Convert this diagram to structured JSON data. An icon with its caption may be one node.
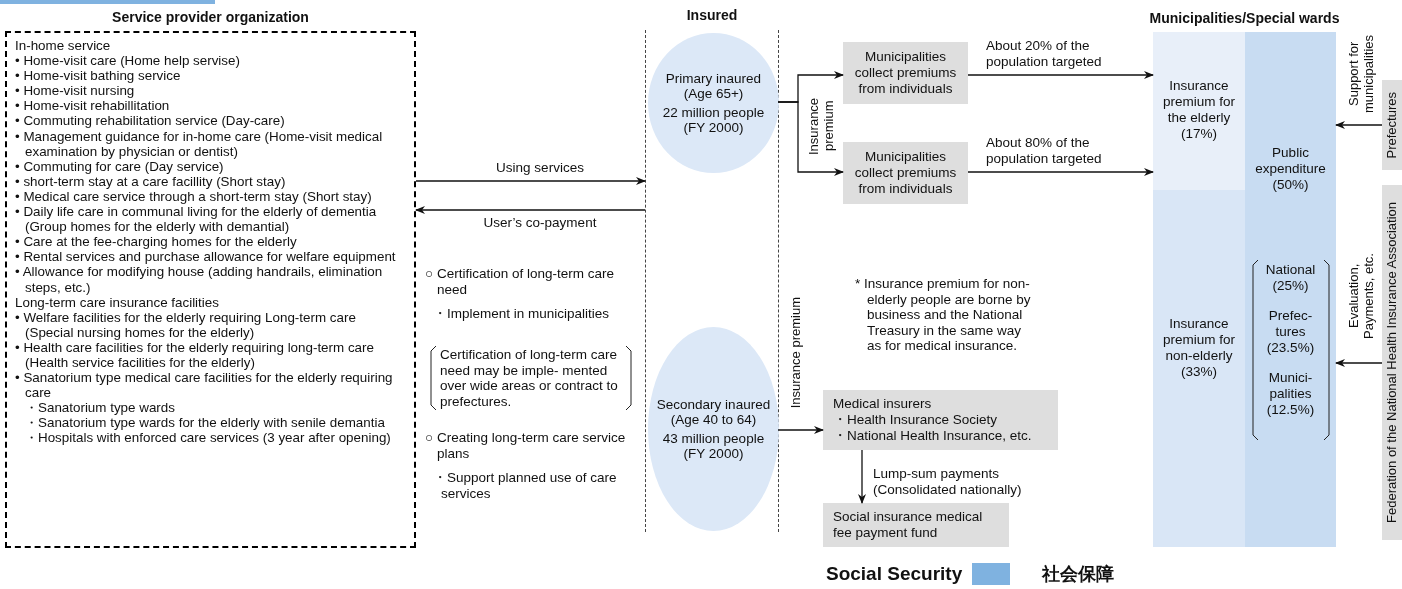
{
  "diagram": {
    "nodes": [
      {
        "text": [
          "Service provider organization",
          "In-home service",
          "• Home-visit care (Home help servise)",
          "• Home-visit bathing service",
          "• Home-visit nursing",
          "• Home-visit rehabillitation",
          "• Commuting rehabilitation service (Day-care)",
          "• Management guidance for in-home care (Home-visit medical examination by physician or dentist)",
          "• Commuting for care (Day service)",
          "• short-term stay at a care facillity (Short stay)",
          "• Medical care service through a short-term stay (Short stay)",
          "• Daily life care in communal living for the elderly of dementia (Group homes for the elderly with demantial)",
          "• Care at the fee-charging homes for the elderly",
          "• Rental services and purchase allowance for welfare equipment",
          "• Allowance for modifying house (adding handrails, elimination steps, etc.)",
          "Long-term care insurance facilities",
          "• Welfare facilities for the elderly requiring Long-term care (Special nursing homes for the elderly)",
          "• Health care facilities for the elderly requiring long-term care (Health service facilities for the elderly)",
          "• Sanatorium type medical care facilities for the elderly requiring care",
          "・Sanatorium type wards",
          "・Sanatorium type wards for the elderly with senile demantia",
          "・Hospitals with enforced care services (3 year after opening)"
        ]
      },
      {
        "text": [
          "Insured"
        ]
      },
      {
        "text": [
          "Primary inaured (Age 65+)",
          "22 million people (FY 2000)"
        ],
        "in": 1
      },
      {
        "text": [
          "Secondary inaured (Age 40 to 64)",
          "43 million people (FY 2000)"
        ],
        "in": 1
      },
      {
        "text": [
          "Municipalities collect premiums from individuals"
        ]
      },
      {
        "text": [
          "Municipalities collect premiums from individuals"
        ]
      },
      {
        "text": [
          "Medical insurers",
          "・Health Insurance Society",
          "・National Health Insurance, etc."
        ]
      },
      {
        "text": [
          "Social insurance medical fee payment fund"
        ]
      },
      {
        "text": [
          "Municipalities/Special wards"
        ]
      },
      {
        "text": [
          "Insurance premium for the elderly (17%)"
        ],
        "in": 8
      },
      {
        "text": [
          "Insurance premium for non-elderly (33%)"
        ],
        "in": 8
      },
      {
        "text": [
          "Public expenditure (50%)",
          "National (25%)",
          "Prefec- tures (23.5%)",
          "Munici- palities (12.5%)"
        ],
        "in": 8
      },
      {
        "text": [
          "Prefectures"
        ]
      },
      {
        "text": [
          "Federation of the National Health Insurance Association"
        ]
      }
    ],
    "edges": [
      {
        "from": 0,
        "to": 1,
        "arrow": "to",
        "label": "Using services"
      },
      {
        "from": 1,
        "to": 0,
        "arrow": "to",
        "label": "User’s co-payment"
      },
      {
        "from": 2,
        "to": 4,
        "arrow": "to",
        "label": "Insurance premium"
      },
      {
        "from": 2,
        "to": 5,
        "arrow": "to"
      },
      {
        "from": 4,
        "to": 9,
        "arrow": "to",
        "label": "About 20% of the population targeted"
      },
      {
        "from": 5,
        "to": 9,
        "arrow": "to",
        "label": "About 80% of the population targeted"
      },
      {
        "from": 3,
        "to": 6,
        "arrow": "to",
        "label": "Insurance premium"
      },
      {
        "from": 6,
        "to": 7,
        "arrow": "to",
        "label": "Lump-sum payments (Consolidated nationally)"
      },
      {
        "from": 12,
        "to": 11,
        "arrow": "to",
        "label": "Support for municipalities"
      },
      {
        "from": 13,
        "to": 11,
        "arrow": "to",
        "label": "Evaluation, Payments, etc."
      }
    ],
    "labels": [
      "○ Certification of long-term care need",
      "・Implement in municipalities",
      "Certification of long-term care need may be imple- mented over wide areas or contract to prefectures.",
      "○ Creating long-term care service plans",
      "・Support planned use of care services",
      "* Insurance premium for non-elderly people are borne by business and the National Treasury in the same way as for medical insurance.",
      "社会保障"
    ],
    "legend": [
      {
        "text": "Social Security",
        "color": "#7fb2e0"
      }
    ]
  }
}
